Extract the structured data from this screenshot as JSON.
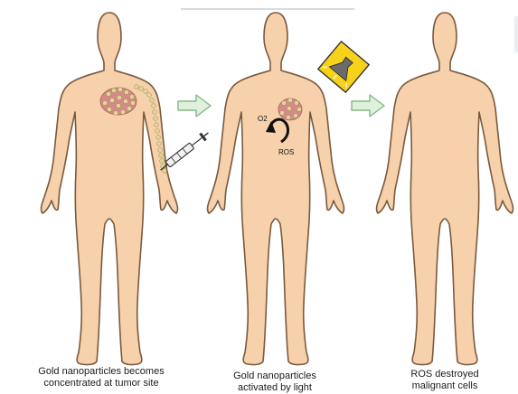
{
  "panels": [
    {
      "caption_line1": "Gold nanoparticles becomes",
      "caption_line2": "concentrated at tumor site"
    },
    {
      "caption_line1": "Gold nanoparticles",
      "caption_line2": "activated by light"
    },
    {
      "caption_line1": "ROS destroyed",
      "caption_line2": "malignant cells"
    }
  ],
  "labels": {
    "oxygen": "O2",
    "ros": "ROS"
  },
  "colors": {
    "skin": "#f6d1ab",
    "outline": "#7a5a3e",
    "arrow_fill": "#dff0dd",
    "arrow_stroke": "#86b886",
    "light_box": "#f7d21b",
    "tumor": "#d48a88",
    "particle": "#d9c98a"
  },
  "icons": [
    "syringe-icon",
    "light-source-icon",
    "process-arrow-icon"
  ]
}
